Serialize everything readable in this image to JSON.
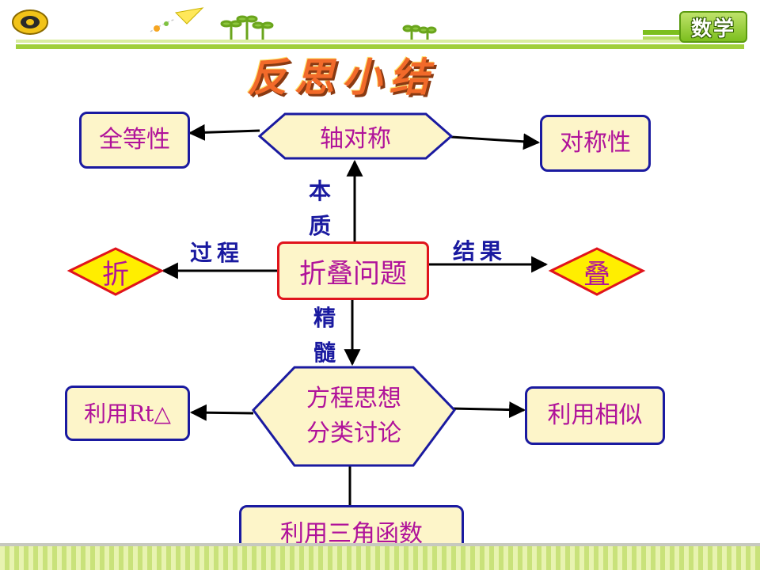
{
  "header": {
    "subject_badge": "数学"
  },
  "slide": {
    "title": "反思小结"
  },
  "diagram": {
    "center": "折叠问题",
    "top_node": "轴对称",
    "top_left": "全等性",
    "top_right": "对称性",
    "left_node": "折",
    "right_node": "叠",
    "bottom_node_line1": "方程思想",
    "bottom_node_line2": "分类讨论",
    "bottom_left": "利用Rt△",
    "bottom_right": "利用相似",
    "bottom_bottom": "利用三角函数",
    "label_essence_1": "本",
    "label_essence_2": "质",
    "label_process": "过程",
    "label_result": "结果",
    "label_core_1": "精",
    "label_core_2": "髓"
  },
  "colors": {
    "node_fill": "#fdf5c9",
    "node_border": "#1a1aa0",
    "center_border": "#e0141c",
    "diamond_fill": "#ffee00",
    "text": "#b0129a",
    "label": "#1a1aa0"
  }
}
